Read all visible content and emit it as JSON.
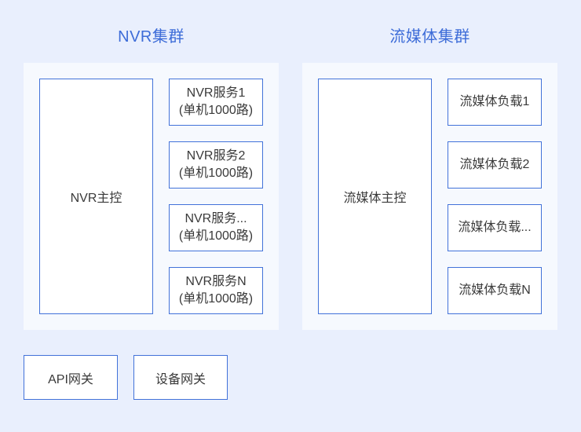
{
  "theme": {
    "page-bg": "#e9effd",
    "panel-bg": "#f6f9fe",
    "border": "#4272d9",
    "title": "#3d6cd8",
    "text": "#3a3a3a",
    "box-bg": "#ffffff"
  },
  "clusters": [
    {
      "title": "NVR集群",
      "master": "NVR主控",
      "nodes": [
        {
          "line1": "NVR服务1",
          "line2": "(单机1000路)"
        },
        {
          "line1": "NVR服务2",
          "line2": "(单机1000路)"
        },
        {
          "line1": "NVR服务...",
          "line2": "(单机1000路)"
        },
        {
          "line1": "NVR服务N",
          "line2": "(单机1000路)"
        }
      ]
    },
    {
      "title": "流媒体集群",
      "master": "流媒体主控",
      "nodes": [
        {
          "line1": "流媒体负载1",
          "line2": ""
        },
        {
          "line1": "流媒体负载2",
          "line2": ""
        },
        {
          "line1": "流媒体负载...",
          "line2": ""
        },
        {
          "line1": "流媒体负载N",
          "line2": ""
        }
      ]
    }
  ],
  "gateways": [
    {
      "label": "API网关"
    },
    {
      "label": "设备网关"
    }
  ]
}
